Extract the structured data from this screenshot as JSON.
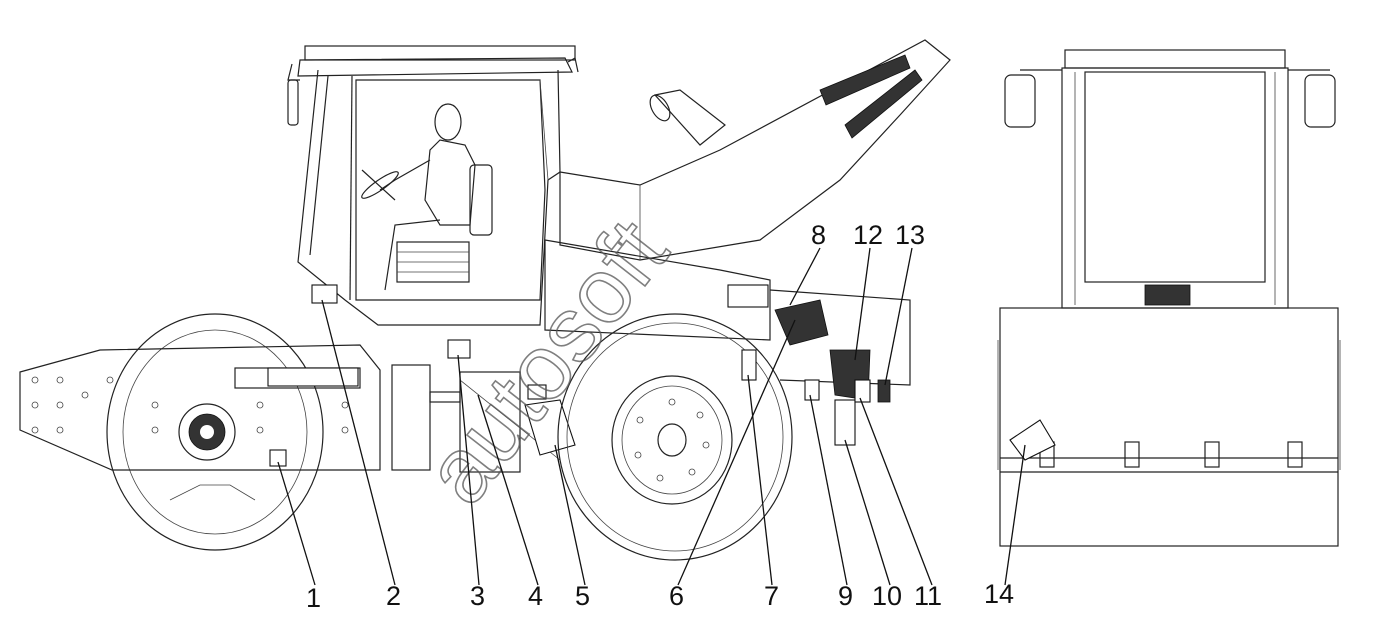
{
  "diagram": {
    "watermark": "autosoft",
    "callouts": [
      "1",
      "2",
      "3",
      "4",
      "5",
      "6",
      "7",
      "8",
      "9",
      "10",
      "11",
      "12",
      "13",
      "14"
    ]
  }
}
